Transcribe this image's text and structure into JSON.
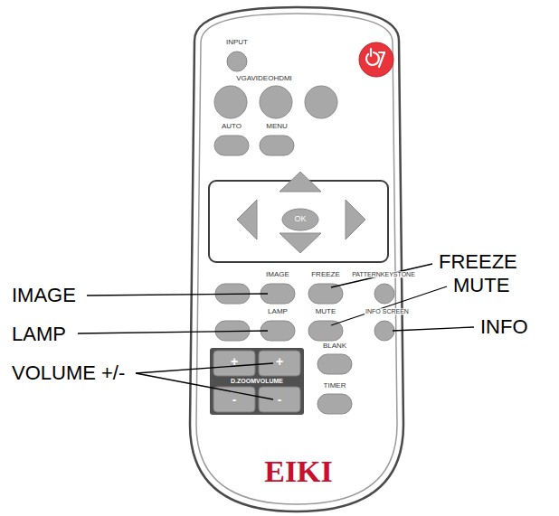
{
  "diagram": {
    "labels": [
      "INPUT",
      "VGAVIDEOHDMI",
      "AUTO",
      "MENU",
      "OK",
      "IMAGE",
      "FREEZE",
      "PATTERNKEYSTONE",
      "LAMP",
      "MUTE",
      "INFO SCREEN",
      "BLANK",
      "+",
      "+",
      "D.ZOOMVOLUME",
      "-",
      "-",
      "TIMER",
      "EIKI",
      "FREEZE",
      "IMAGE",
      "MUTE",
      "LAMP",
      "INFO",
      "VOLUME +/-"
    ]
  }
}
